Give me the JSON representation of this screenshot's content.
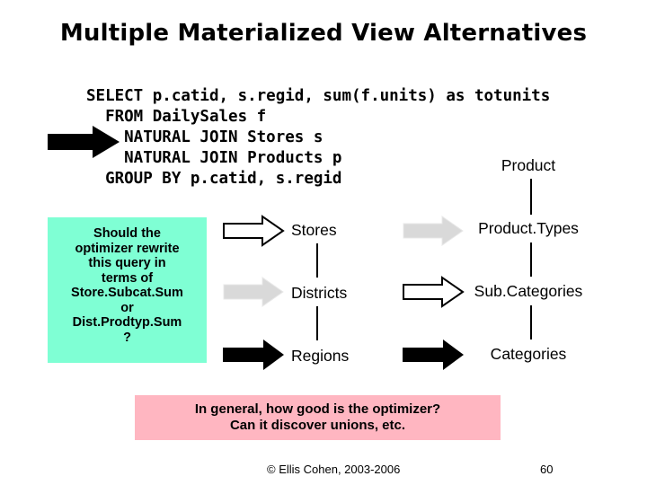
{
  "title": "Multiple Materialized View Alternatives",
  "sql": [
    "SELECT p.catid, s.regid, sum(f.units) as totunits",
    "  FROM DailySales f",
    "    NATURAL JOIN Stores s",
    "    NATURAL JOIN Products p",
    "  GROUP BY p.catid, s.regid"
  ],
  "question": [
    "Should the",
    "optimizer rewrite",
    "this query in",
    "terms of",
    "Store.Subcat.Sum",
    "or",
    "Dist.Prodtyp.Sum",
    "?"
  ],
  "dimensions": {
    "product": "Product",
    "stores": [
      "Stores",
      "Districts",
      "Regions"
    ],
    "products": [
      "Product.Types",
      "Sub.Categories",
      "Categories"
    ]
  },
  "note": [
    "In general, how good is the optimizer?",
    "Can it discover unions, etc."
  ],
  "footer": {
    "copyright": "© Ellis Cohen, 2003-2006",
    "page_number": "60"
  },
  "colors": {
    "question_bg": "#7fffd4",
    "note_bg": "#ffb6c1",
    "arrow_filled": "#000000",
    "arrow_hatched": "#d9d9d9"
  }
}
